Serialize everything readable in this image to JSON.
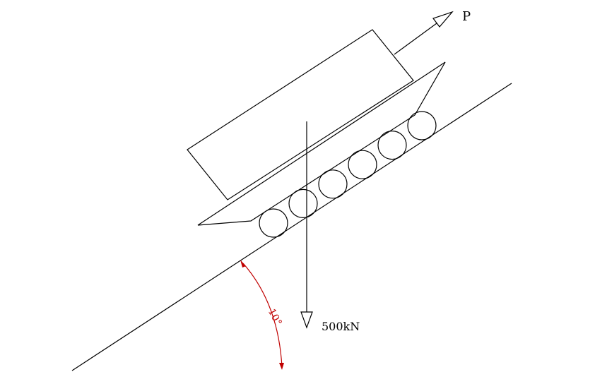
{
  "labels": {
    "pull_force": "P",
    "weight": "500kN",
    "angle": "10°"
  },
  "colors": {
    "lines": "#000000",
    "angle": "#c00000",
    "background": "#ffffff"
  },
  "wheel_count": 6
}
